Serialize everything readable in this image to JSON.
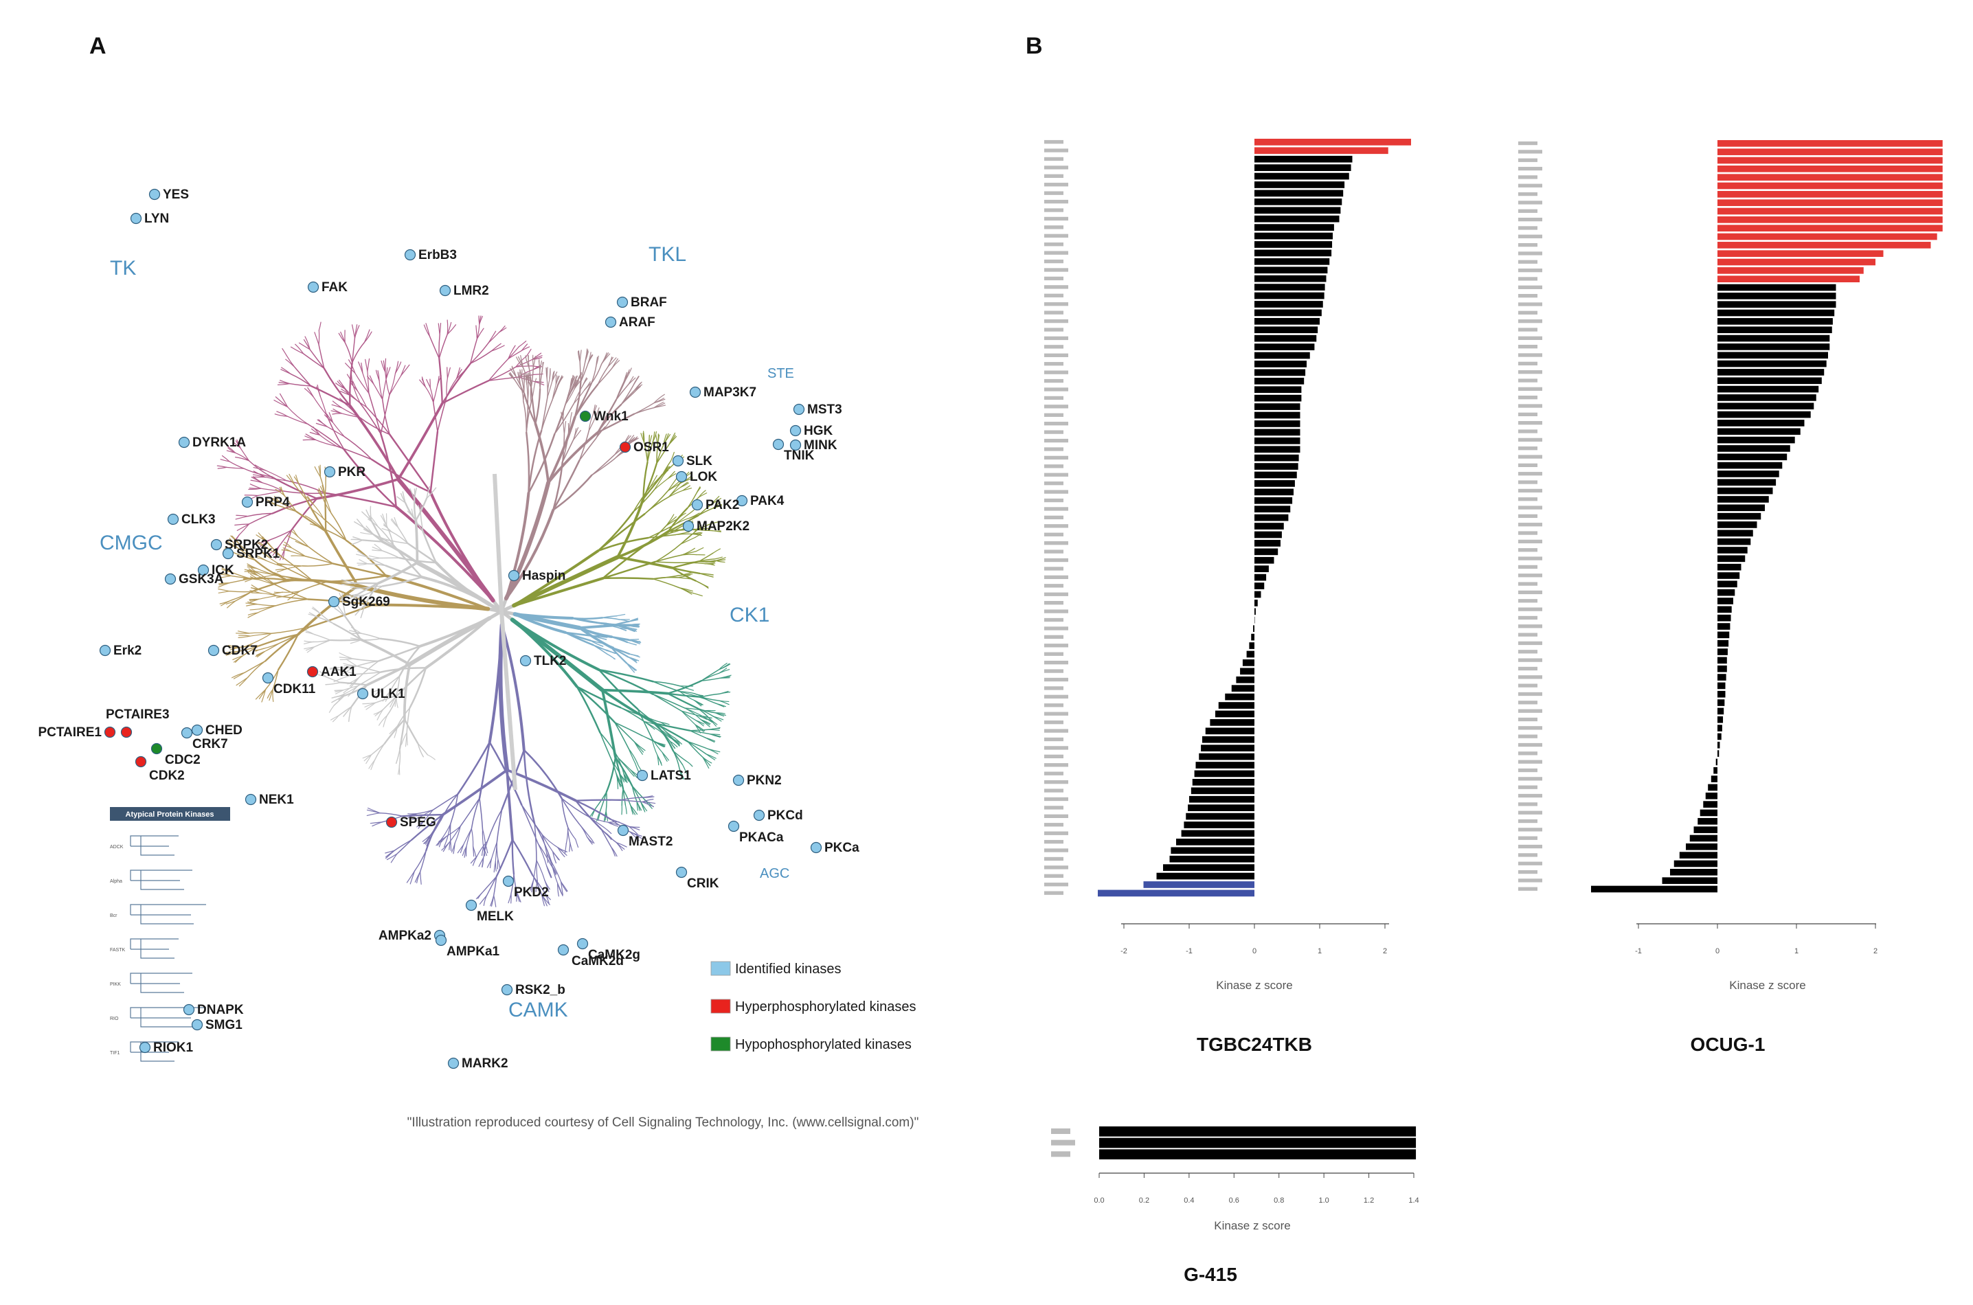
{
  "panel_a": {
    "letter": "A",
    "groups": [
      {
        "name": "TK",
        "color": "#b05a8a"
      },
      {
        "name": "TKL",
        "color": "#a8878f"
      },
      {
        "name": "STE",
        "color": "#8a9a3a"
      },
      {
        "name": "CK1",
        "color": "#7fb0cc"
      },
      {
        "name": "AGC",
        "color": "#3f9a80"
      },
      {
        "name": "CAMK",
        "color": "#7a74b0"
      },
      {
        "name": "CMGC",
        "color": "#b59a5a"
      }
    ],
    "kinases": [
      {
        "name": "YES",
        "status": "identified"
      },
      {
        "name": "LYN",
        "status": "identified"
      },
      {
        "name": "ErbB3",
        "status": "identified"
      },
      {
        "name": "FAK",
        "status": "identified"
      },
      {
        "name": "LMR2",
        "status": "identified"
      },
      {
        "name": "BRAF",
        "status": "identified"
      },
      {
        "name": "ARAF",
        "status": "identified"
      },
      {
        "name": "MAP3K7",
        "status": "identified"
      },
      {
        "name": "MST3",
        "status": "identified"
      },
      {
        "name": "Wnk1",
        "status": "hypophosphorylated"
      },
      {
        "name": "HGK",
        "status": "identified"
      },
      {
        "name": "MINK",
        "status": "identified"
      },
      {
        "name": "OSR1",
        "status": "hyperphosphorylated"
      },
      {
        "name": "DYRK1A",
        "status": "identified"
      },
      {
        "name": "SLK",
        "status": "identified"
      },
      {
        "name": "TNIK",
        "status": "identified"
      },
      {
        "name": "LOK",
        "status": "identified"
      },
      {
        "name": "PKR",
        "status": "identified"
      },
      {
        "name": "PAK4",
        "status": "identified"
      },
      {
        "name": "PRP4",
        "status": "identified"
      },
      {
        "name": "PAK2",
        "status": "identified"
      },
      {
        "name": "CLK3",
        "status": "identified"
      },
      {
        "name": "MAP2K2",
        "status": "identified"
      },
      {
        "name": "SRPK2",
        "status": "identified"
      },
      {
        "name": "SRPK1",
        "status": "identified"
      },
      {
        "name": "ICK",
        "status": "identified"
      },
      {
        "name": "Haspin",
        "status": "identified"
      },
      {
        "name": "GSK3A",
        "status": "identified"
      },
      {
        "name": "SgK269",
        "status": "identified"
      },
      {
        "name": "Erk2",
        "status": "identified"
      },
      {
        "name": "CDK7",
        "status": "identified"
      },
      {
        "name": "TLK2",
        "status": "identified"
      },
      {
        "name": "AAK1",
        "status": "hyperphosphorylated"
      },
      {
        "name": "CDK11",
        "status": "identified"
      },
      {
        "name": "ULK1",
        "status": "identified"
      },
      {
        "name": "PCTAIRE3",
        "status": "hyperphosphorylated"
      },
      {
        "name": "PCTAIRE1",
        "status": "hyperphosphorylated"
      },
      {
        "name": "CHED",
        "status": "identified"
      },
      {
        "name": "CRK7",
        "status": "identified"
      },
      {
        "name": "CDC2",
        "status": "hypophosphorylated"
      },
      {
        "name": "CDK2",
        "status": "hyperphosphorylated"
      },
      {
        "name": "LATS1",
        "status": "identified"
      },
      {
        "name": "PKN2",
        "status": "identified"
      },
      {
        "name": "NEK1",
        "status": "identified"
      },
      {
        "name": "PKCd",
        "status": "identified"
      },
      {
        "name": "SPEG",
        "status": "hyperphosphorylated"
      },
      {
        "name": "PKACa",
        "status": "identified"
      },
      {
        "name": "MAST2",
        "status": "identified"
      },
      {
        "name": "PKCa",
        "status": "identified"
      },
      {
        "name": "CRIK",
        "status": "identified"
      },
      {
        "name": "PKD2",
        "status": "identified"
      },
      {
        "name": "MELK",
        "status": "identified"
      },
      {
        "name": "AMPKa2",
        "status": "identified"
      },
      {
        "name": "AMPKa1",
        "status": "identified"
      },
      {
        "name": "CaMK2g",
        "status": "identified"
      },
      {
        "name": "CaMK2d",
        "status": "identified"
      },
      {
        "name": "RSK2_b",
        "status": "identified"
      },
      {
        "name": "MARK2",
        "status": "identified"
      },
      {
        "name": "DNAPK",
        "status": "identified"
      },
      {
        "name": "SMG1",
        "status": "identified"
      },
      {
        "name": "RIOK1",
        "status": "identified"
      }
    ],
    "atypical": {
      "title": "Atypical Protein Kinases",
      "rows": [
        "ADCK",
        "Alpha",
        "Bcr",
        "FASTK",
        "PIKK",
        "RIO",
        "TIF1"
      ]
    },
    "legend": [
      {
        "label": "Identified kinases",
        "color": "#8cc8e8"
      },
      {
        "label": "Hyperphosphorylated kinases",
        "color": "#e8231e"
      },
      {
        "label": "Hypophosphorylated kinases",
        "color": "#1e8a2a"
      }
    ],
    "credit": "\"Illustration reproduced courtesy of Cell Signaling Technology, Inc. (www.cellsignal.com)\""
  },
  "panel_b": {
    "letter": "B",
    "chart_data": [
      {
        "type": "bar",
        "title": "TGBC24TKB",
        "xlabel": "Kinase z score",
        "orientation": "horizontal",
        "xlim": [
          -2,
          2
        ],
        "xticks": [
          -2,
          -1,
          0,
          1,
          2
        ],
        "colors": {
          "up": "#e53935",
          "neutral": "#000000",
          "down": "#3f51a5"
        },
        "values": [
          2.4,
          2.05,
          1.5,
          1.48,
          1.45,
          1.38,
          1.36,
          1.34,
          1.32,
          1.3,
          1.22,
          1.2,
          1.19,
          1.18,
          1.15,
          1.12,
          1.1,
          1.08,
          1.07,
          1.05,
          1.03,
          1.0,
          0.97,
          0.95,
          0.92,
          0.85,
          0.8,
          0.78,
          0.76,
          0.72,
          0.72,
          0.7,
          0.7,
          0.7,
          0.7,
          0.7,
          0.7,
          0.68,
          0.67,
          0.65,
          0.62,
          0.6,
          0.58,
          0.55,
          0.52,
          0.45,
          0.42,
          0.4,
          0.36,
          0.3,
          0.22,
          0.18,
          0.15,
          0.1,
          0.05,
          0.02,
          0.0,
          -0.02,
          -0.05,
          -0.08,
          -0.12,
          -0.18,
          -0.22,
          -0.28,
          -0.35,
          -0.45,
          -0.55,
          -0.6,
          -0.68,
          -0.75,
          -0.8,
          -0.82,
          -0.85,
          -0.9,
          -0.92,
          -0.95,
          -0.97,
          -1.0,
          -1.02,
          -1.05,
          -1.08,
          -1.12,
          -1.2,
          -1.28,
          -1.3,
          -1.4,
          -1.5,
          -1.7,
          -2.4
        ]
      },
      {
        "type": "bar",
        "title": "OCUG-1",
        "xlabel": "Kinase z score",
        "orientation": "horizontal",
        "xlim": [
          -1,
          2
        ],
        "xticks": [
          -1,
          0,
          1,
          2
        ],
        "colors": {
          "up": "#e53935",
          "neutral": "#000000",
          "down": "#3f51a5"
        },
        "values": [
          2.85,
          2.85,
          2.85,
          2.85,
          2.85,
          2.85,
          2.85,
          2.85,
          2.85,
          2.85,
          2.85,
          2.78,
          2.7,
          2.1,
          2.0,
          1.85,
          1.8,
          1.5,
          1.5,
          1.5,
          1.48,
          1.46,
          1.45,
          1.42,
          1.42,
          1.4,
          1.38,
          1.35,
          1.32,
          1.28,
          1.25,
          1.22,
          1.18,
          1.1,
          1.05,
          0.98,
          0.92,
          0.88,
          0.82,
          0.78,
          0.74,
          0.7,
          0.65,
          0.6,
          0.55,
          0.5,
          0.45,
          0.42,
          0.38,
          0.35,
          0.3,
          0.28,
          0.25,
          0.22,
          0.2,
          0.18,
          0.17,
          0.16,
          0.15,
          0.14,
          0.13,
          0.12,
          0.12,
          0.11,
          0.1,
          0.1,
          0.09,
          0.08,
          0.07,
          0.06,
          0.05,
          0.03,
          0.02,
          -0.02,
          -0.05,
          -0.08,
          -0.12,
          -0.15,
          -0.18,
          -0.22,
          -0.25,
          -0.3,
          -0.35,
          -0.4,
          -0.48,
          -0.55,
          -0.6,
          -0.7,
          -1.6
        ]
      },
      {
        "type": "bar",
        "title": "G-415",
        "xlabel": "Kinase z score",
        "orientation": "horizontal",
        "xlim": [
          0,
          1.4
        ],
        "xticks": [
          "0.0",
          "0.2",
          "0.4",
          "0.6",
          "0.8",
          "1.0",
          "1.2",
          "1.4"
        ],
        "colors": {
          "up": "#e53935",
          "neutral": "#000000",
          "down": "#3f51a5"
        },
        "values": [
          1.41,
          1.41,
          1.41
        ]
      }
    ]
  }
}
